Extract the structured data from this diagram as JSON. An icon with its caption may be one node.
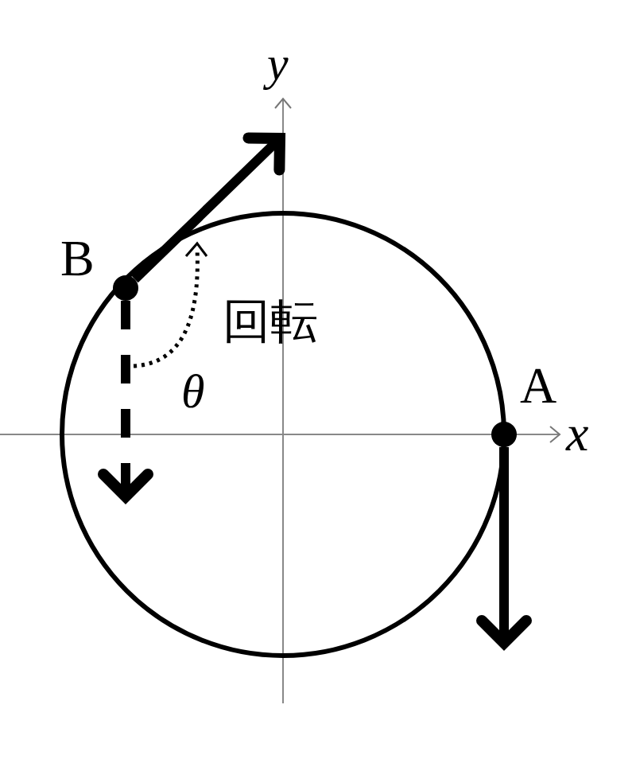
{
  "diagram": {
    "nodes": [
      {
        "text": [],
        "shape": "circle",
        "beside": [
          "A"
        ]
      },
      {
        "text": [],
        "shape": "circle",
        "beside": [
          "B"
        ]
      }
    ],
    "edges": [
      {
        "from": 0,
        "to": null,
        "arrow": "to"
      },
      {
        "from": 1,
        "to": null,
        "arrow": "to"
      },
      {
        "from": 1,
        "to": null,
        "arrow": "to",
        "style": "dashed"
      }
    ],
    "labels": [
      "y",
      "回転",
      "θ",
      "x"
    ]
  }
}
